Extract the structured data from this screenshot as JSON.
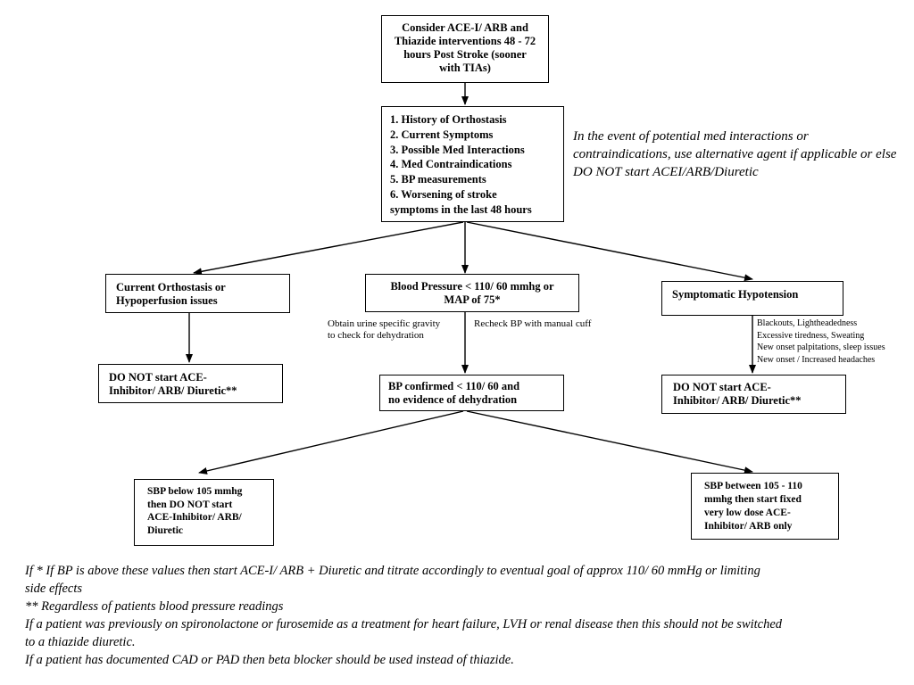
{
  "boxes": {
    "start": "Consider ACE-I/ ARB and\nThiazide interventions 48 - 72\nhours Post Stroke (sooner\nwith TIAs)",
    "assess_items": [
      "1. History of Orthostasis",
      "2. Current Symptoms",
      "3. Possible Med Interactions",
      "4. Med Contraindications",
      "5. BP measurements",
      "6. Worsening of stroke",
      "symptoms in the last 48 hours"
    ],
    "orthostasis": "Current Orthostasis or\nHypoperfusion issues",
    "bp_low": "Blood Pressure < 110/ 60 mmhg or\nMAP of 75*",
    "hypotension": "Symptomatic Hypotension",
    "dont_start_left": "DO NOT start ACE-\nInhibitor/ ARB/ Diuretic**",
    "bp_confirmed": "BP confirmed < 110/ 60 and\nno evidence of dehydration",
    "dont_start_right": "DO NOT start ACE-\nInhibitor/ ARB/ Diuretic**",
    "sbp_below": "SBP below 105 mmhg\nthen DO NOT start\nACE-Inhibitor/ ARB/\nDiuretic",
    "sbp_between": "SBP between 105 - 110\nmmhg then start  fixed\nvery low dose ACE-\nInhibitor/ ARB only"
  },
  "labels": {
    "urine": "Obtain urine specific gravity\nto check for dehydration",
    "recheck": "Recheck BP with manual cuff",
    "symptoms": "Blackouts, Lightheadedness\nExcessive tiredness, Sweating\nNew onset palpitations, sleep issues\nNew onset / Increased headaches"
  },
  "side_note": "In the event of potential med interactions or contraindications, use alternative agent if applicable or else DO NOT start ACEI/ARB/Diuretic",
  "footnotes": [
    "If * If BP is above these values then start ACE-I/ ARB + Diuretic and titrate accordingly to eventual goal of approx 110/ 60 mmHg or limiting",
    "side effects",
    "** Regardless of patients blood pressure readings",
    "If a patient was previously on spironolactone or furosemide as a treatment for heart failure, LVH or renal disease then this should not be switched",
    "to a thiazide diuretic.",
    "If a patient has documented CAD or PAD then beta blocker should be used instead of thiazide."
  ]
}
